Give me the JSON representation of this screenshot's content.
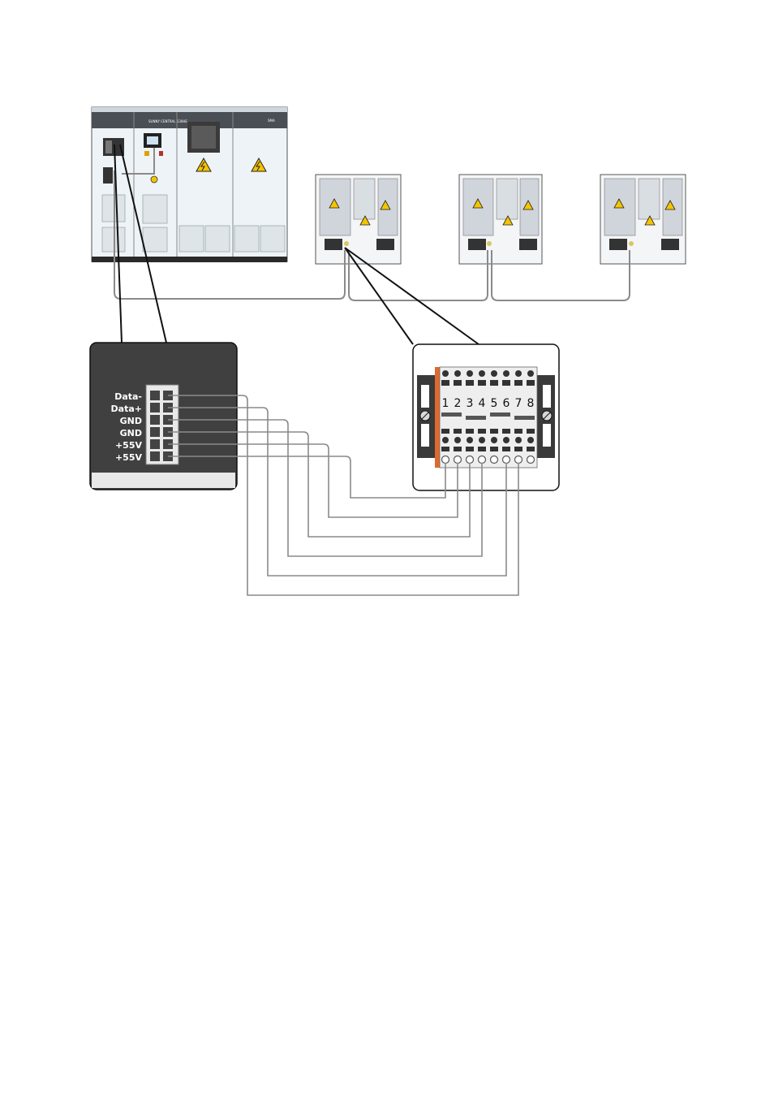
{
  "inverter": {
    "model_label": "SUNNY CENTRAL 630HE",
    "brand": "SMA"
  },
  "combiner_boxes": [
    {
      "id": "box-1"
    },
    {
      "id": "box-2"
    },
    {
      "id": "box-3"
    }
  ],
  "connector_labels": [
    "Data-",
    "Data+",
    "GND",
    "GND",
    "+55V",
    "+55V"
  ],
  "terminal_numbers": [
    "1",
    "2",
    "3",
    "4",
    "5",
    "6",
    "7",
    "8"
  ],
  "colors": {
    "cable": "#8a8a8a",
    "panel_dark": "#404040",
    "warning_yellow": "#f5c400",
    "terminal_orange": "#e06a2b",
    "cabinet_face": "#eef3f7"
  }
}
